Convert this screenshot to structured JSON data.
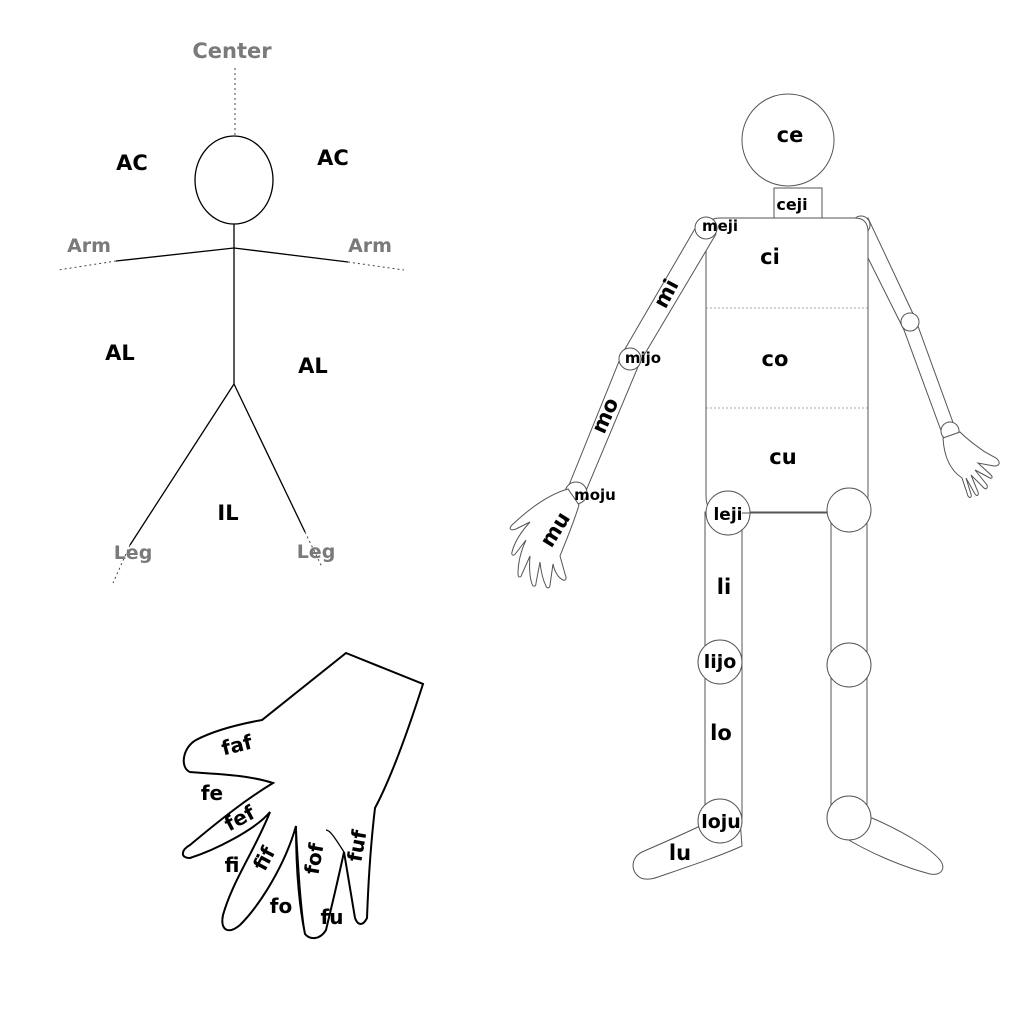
{
  "stick_figure": {
    "center": "Center",
    "arm_left": "Arm",
    "arm_right": "Arm",
    "leg_left": "Leg",
    "leg_right": "Leg",
    "ac_left": "AC",
    "ac_right": "AC",
    "al_left": "AL",
    "al_right": "AL",
    "il": "IL"
  },
  "body": {
    "ce": "ce",
    "ceji": "ceji",
    "ci": "ci",
    "co": "co",
    "cu": "cu",
    "meji": "meji",
    "mi": "mi",
    "mijo": "mijo",
    "mo": "mo",
    "moju": "moju",
    "mu": "mu",
    "leji": "leji",
    "li": "li",
    "lijo": "lijo",
    "lo": "lo",
    "loju": "loju",
    "lu": "lu"
  },
  "hand": {
    "faf": "faf",
    "fe": "fe",
    "fef": "fef",
    "fi": "fi",
    "fif": "fif",
    "fo": "fo",
    "fof": "fof",
    "fu": "fu",
    "fuf": "fuf"
  }
}
